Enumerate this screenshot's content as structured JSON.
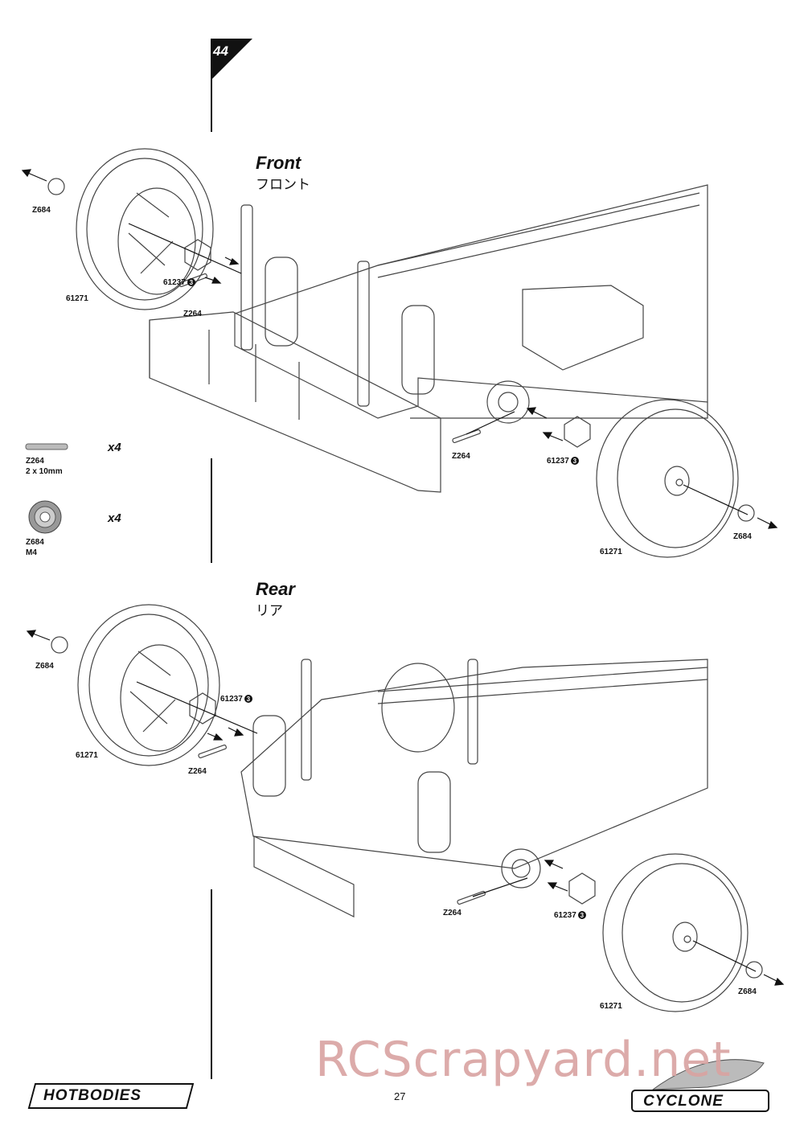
{
  "step": "44",
  "sections": {
    "front": {
      "title": "Front",
      "subtitle": "フロント"
    },
    "rear": {
      "title": "Rear",
      "subtitle": "リア"
    }
  },
  "labels": {
    "wheel": "61271",
    "nut": "Z684",
    "pin": "Z264",
    "hex": "61237",
    "hex_num": "3"
  },
  "parts": [
    {
      "code": "Z264",
      "size": "2 x 10mm",
      "qty": "x4"
    },
    {
      "code": "Z684",
      "size": "M4",
      "qty": "x4"
    }
  ],
  "footer": {
    "brand_left": "HOTBODIES",
    "brand_right": "CYCLONE",
    "page_number": "27"
  },
  "watermark": "RCScrapyard.net"
}
